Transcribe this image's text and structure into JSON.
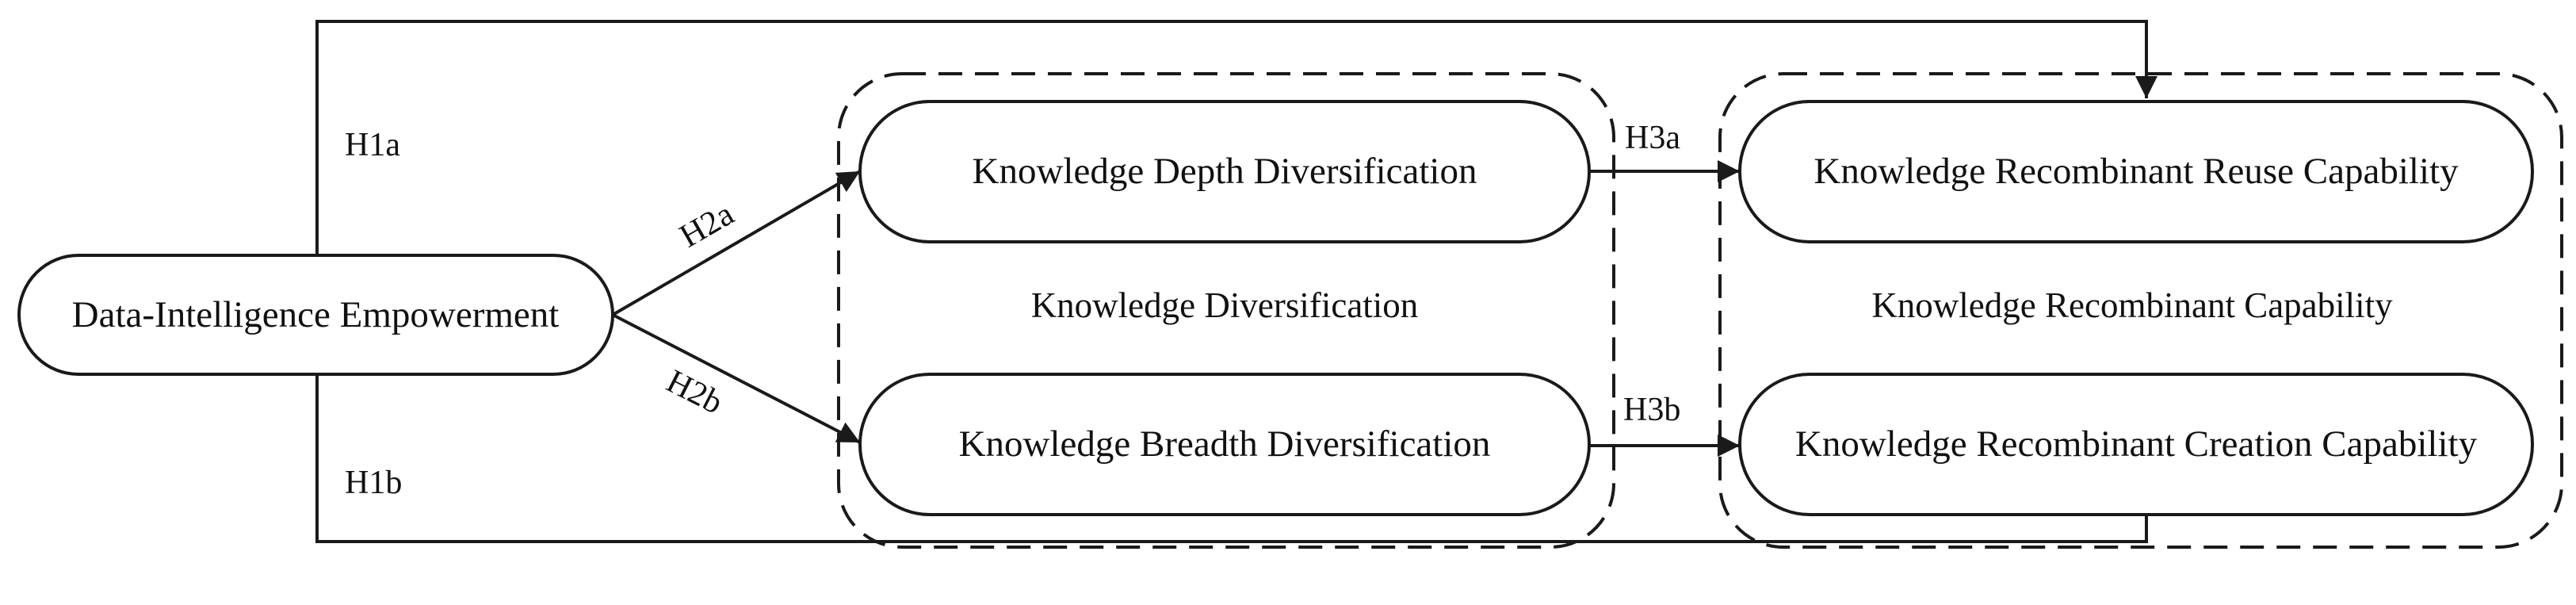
{
  "nodes": {
    "source": "Data-Intelligence Empowerment",
    "depth": "Knowledge Depth Diversification",
    "breadth": "Knowledge Breadth Diversification",
    "reuse": "Knowledge Recombinant Reuse Capability",
    "creation": "Knowledge Recombinant Creation Capability"
  },
  "groups": {
    "diversification": "Knowledge Diversification",
    "capability": "Knowledge Recombinant Capability"
  },
  "hypotheses": {
    "h1a": "H1a",
    "h1b": "H1b",
    "h2a": "H2a",
    "h2b": "H2b",
    "h3a": "H3a",
    "h3b": "H3b"
  }
}
